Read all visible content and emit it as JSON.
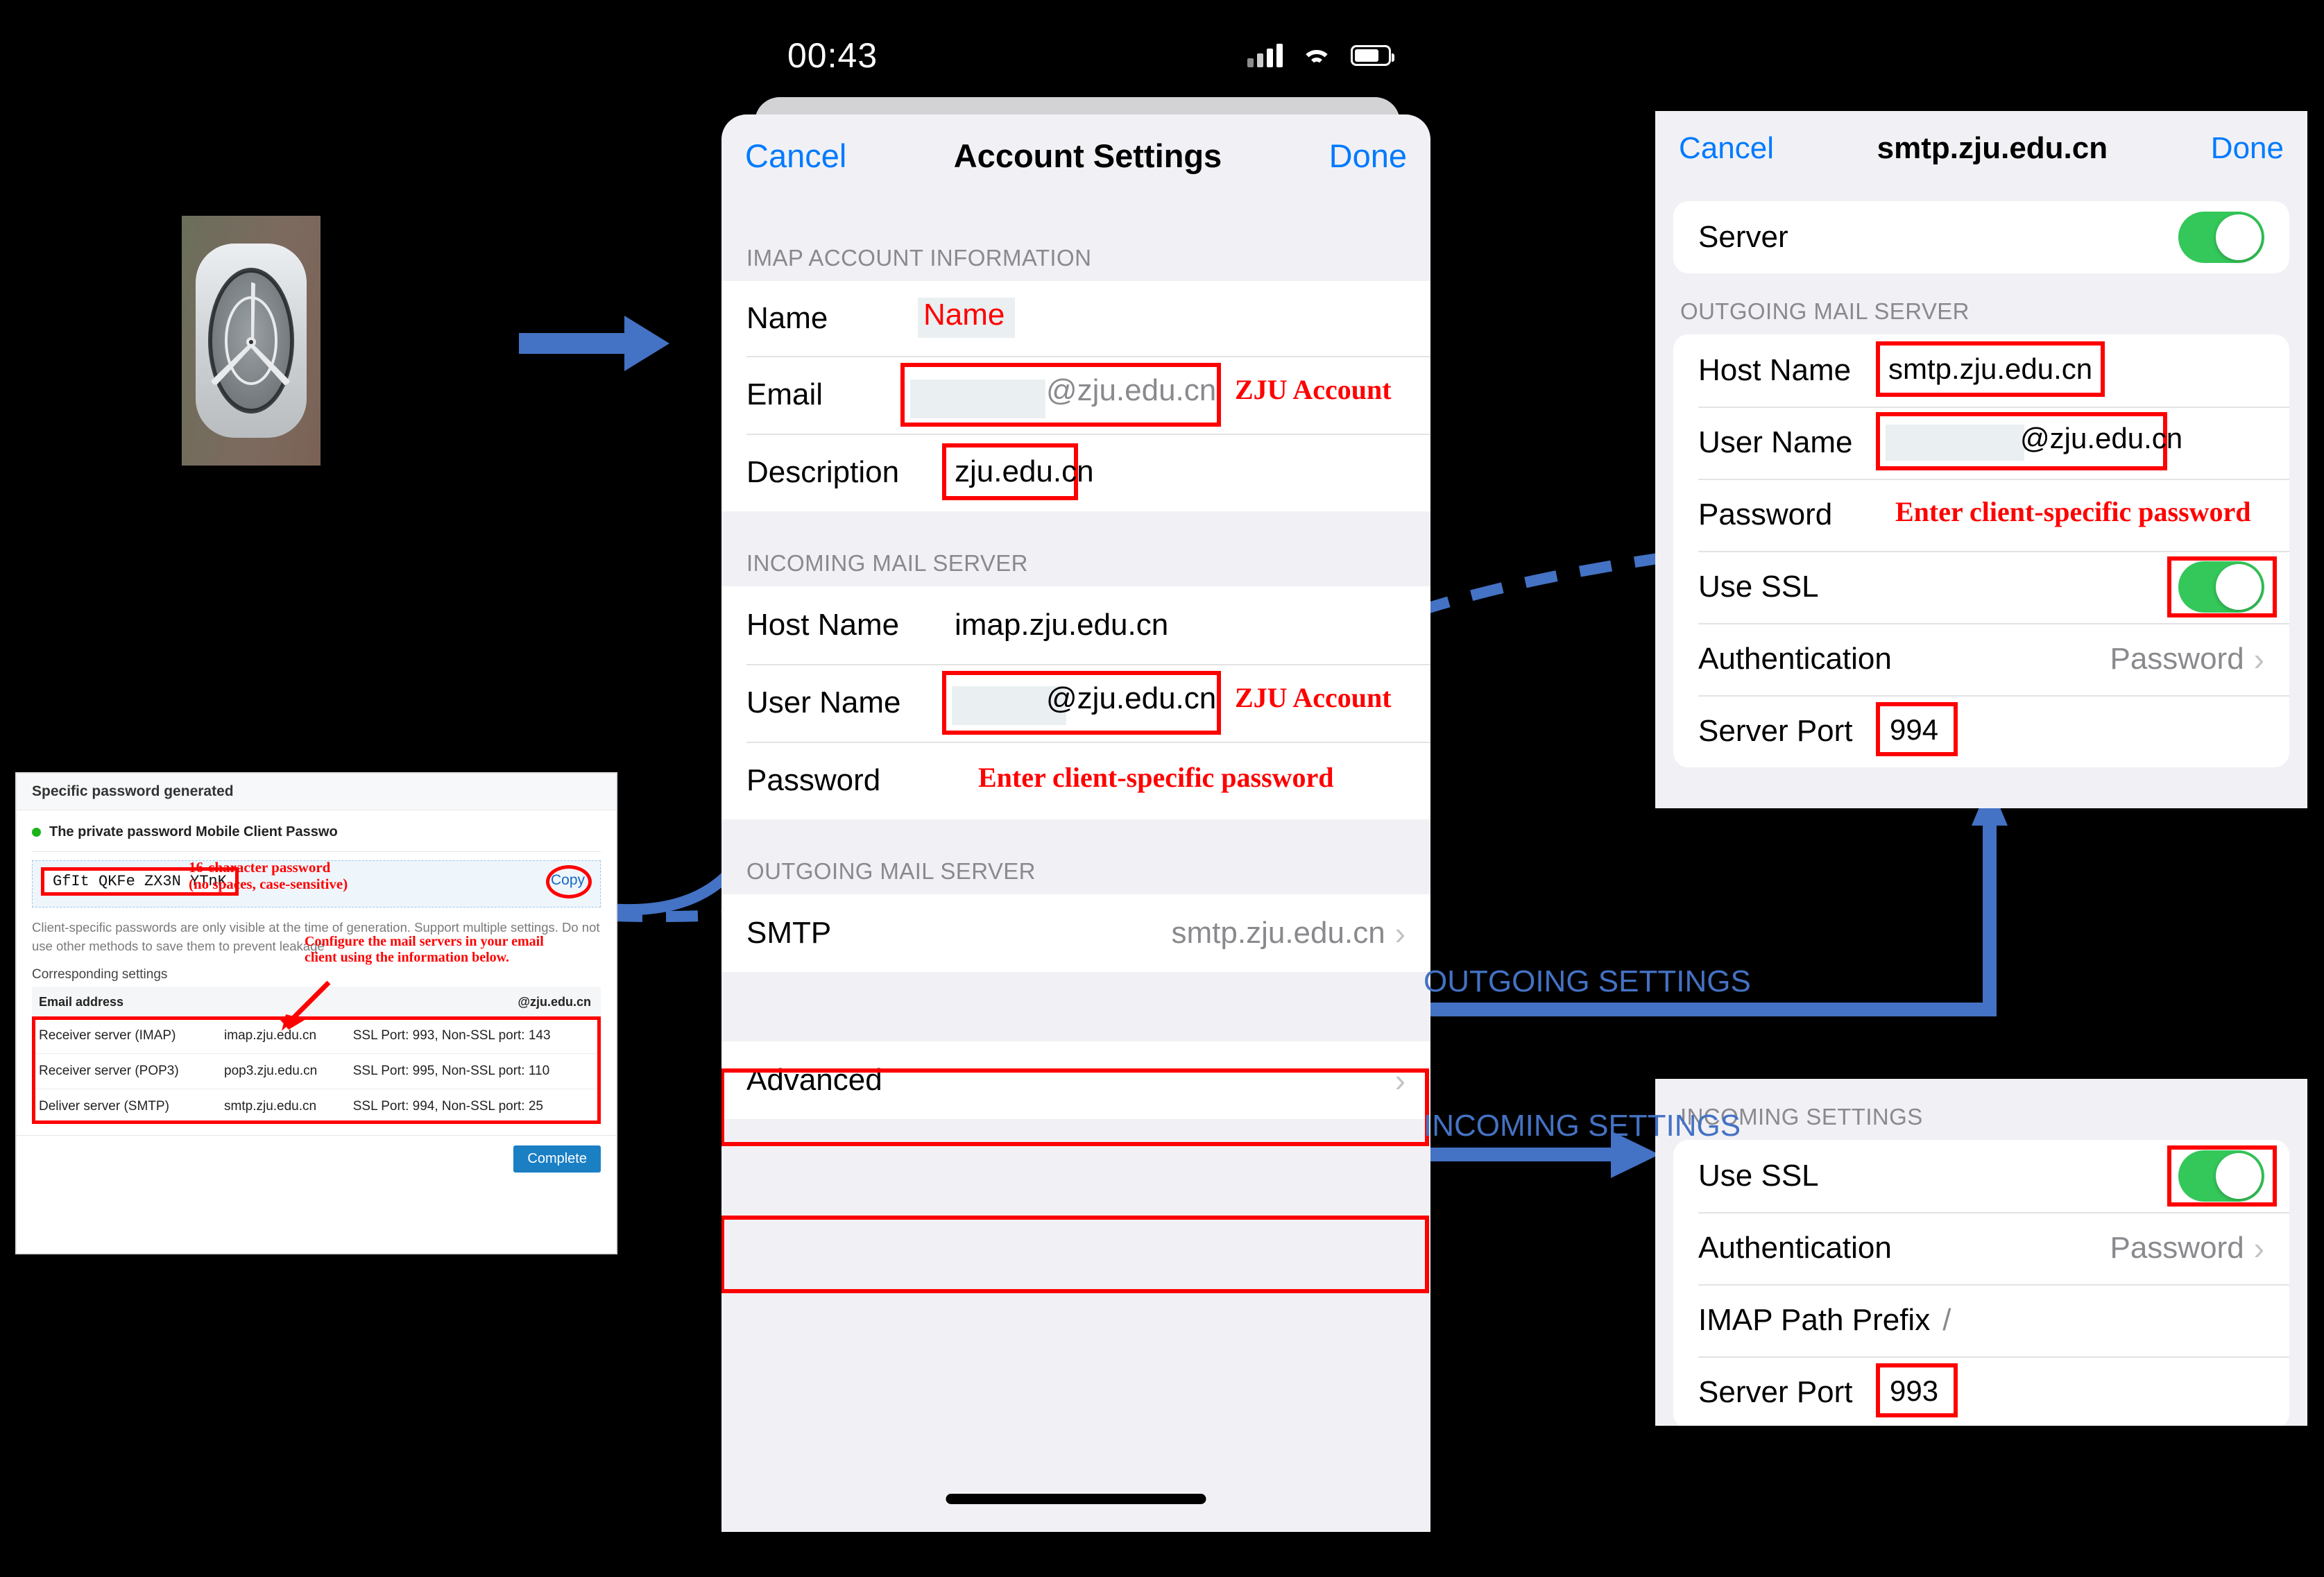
{
  "statusbar": {
    "time": "00:43"
  },
  "app_icon": {
    "name": "settings-app-icon"
  },
  "middle_sheet": {
    "nav": {
      "cancel": "Cancel",
      "title": "Account Settings",
      "done": "Done"
    },
    "section_imap": "IMAP ACCOUNT INFORMATION",
    "rows_imap": [
      {
        "label": "Name",
        "value": "Name"
      },
      {
        "label": "Email",
        "value": "@zju.edu.cn",
        "annotation": "ZJU Account"
      },
      {
        "label": "Description",
        "value": "zju.edu.cn"
      }
    ],
    "section_incoming": "INCOMING MAIL SERVER",
    "rows_incoming": [
      {
        "label": "Host Name",
        "value": "imap.zju.edu.cn"
      },
      {
        "label": "User Name",
        "value": "@zju.edu.cn",
        "annotation": "ZJU Account"
      },
      {
        "label": "Password",
        "value": "",
        "annotation": "Enter client-specific password"
      }
    ],
    "section_outgoing": "OUTGOING MAIL SERVER",
    "rows_outgoing": [
      {
        "label": "SMTP",
        "value": "smtp.zju.edu.cn"
      }
    ],
    "rows_advanced": [
      {
        "label": "Advanced",
        "value": ""
      }
    ]
  },
  "smtp_sheet": {
    "nav": {
      "cancel": "Cancel",
      "title": "smtp.zju.edu.cn",
      "done": "Done"
    },
    "server_row": {
      "label": "Server",
      "toggle": "on"
    },
    "section_outgoing": "OUTGOING MAIL SERVER",
    "rows": [
      {
        "label": "Host Name",
        "value": "smtp.zju.edu.cn"
      },
      {
        "label": "User Name",
        "value": "@zju.edu.cn"
      },
      {
        "label": "Password",
        "value": "",
        "annotation": "Enter client-specific password"
      },
      {
        "label": "Use SSL",
        "value": "on"
      },
      {
        "label": "Authentication",
        "value": "Password"
      },
      {
        "label": "Server Port",
        "value": "994"
      }
    ]
  },
  "incoming_sheet": {
    "section": "INCOMING SETTINGS",
    "rows": [
      {
        "label": "Use SSL",
        "value": "on"
      },
      {
        "label": "Authentication",
        "value": "Password"
      },
      {
        "label": "IMAP Path Prefix",
        "value": "/"
      },
      {
        "label": "Server Port",
        "value": "993"
      }
    ]
  },
  "left_panel": {
    "header": "Specific password generated",
    "bullet": "The private password Mobile Client Passwo",
    "password": "GfIt  QKFe  ZX3N  YTnK",
    "password_note_line1": "16-character password",
    "password_note_line2": "(no spaces, case-sensitive)",
    "copy_label": "Copy",
    "note": "Client-specific passwords are only visible at the time of generation. Support multiple settings. Do not use other methods to save them to prevent leakage",
    "corresponding": "Corresponding settings",
    "config_note": "Configure the mail servers in your email client using the information below.",
    "table": {
      "header": {
        "col1": "Email address",
        "col2": "",
        "col3": "@zju.edu.cn"
      },
      "rows": [
        {
          "c1": "Receiver server (IMAP)",
          "c2": "imap.zju.edu.cn",
          "c3": "SSL Port: 993, Non-SSL port: 143"
        },
        {
          "c1": "Receiver server (POP3)",
          "c2": "pop3.zju.edu.cn",
          "c3": "SSL Port: 995, Non-SSL port: 110"
        },
        {
          "c1": "Deliver server (SMTP)",
          "c2": "smtp.zju.edu.cn",
          "c3": "SSL Port: 994, Non-SSL port: 25"
        }
      ]
    },
    "complete_button": "Complete"
  },
  "annotations": {
    "outgoing_settings": "OUTGOING SETTINGS",
    "incoming_settings": "INCOMING SETTINGS"
  },
  "colors": {
    "ios_blue": "#007aff",
    "toggle_green": "#34c759",
    "annotation_red": "#ff0000",
    "arrow_blue": "#4472c4"
  }
}
